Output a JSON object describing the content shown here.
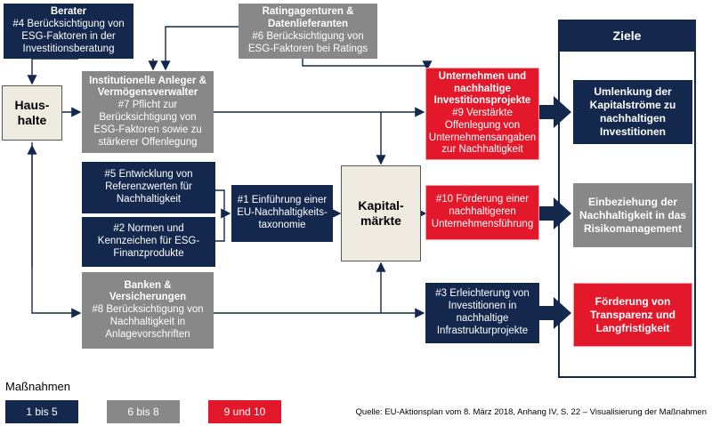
{
  "nodes": {
    "berater": {
      "title": "Berater",
      "text": "#4 Berücksichtigung von ESG-Faktoren in der Investitionsberatung"
    },
    "rating": {
      "title": "Ratingagenturen & Datenlieferanten",
      "text": "#6 Berücksichtigung von ESG-Faktoren bei Ratings"
    },
    "haushalte": {
      "label": "Haus-\nhalte"
    },
    "institutionelle": {
      "title": "Institutionelle Anleger & Vermögensverwalter",
      "text": "#7 Pflicht zur Berücksichtigung von ESG-Faktoren sowie zu stärkerer Offenlegung"
    },
    "m5": {
      "text": "#5 Entwicklung von Referenzwerten für Nachhaltigkeit"
    },
    "m2": {
      "text": "#2 Normen und Kennzeichen für ESG-Finanzprodukte"
    },
    "m1": {
      "text": "#1 Einführung einer EU-Nachhaltigkeits-taxonomie"
    },
    "kapital": {
      "label": "Kapital-\nmärkte"
    },
    "banken": {
      "title": "Banken & Versicherungen",
      "text": "#8 Berücksichtigung von Nachhaltigkeit in Anlagevorschriften"
    },
    "unternehmen": {
      "title": "Unternehmen und nachhaltige Investitionsprojekte",
      "text": "#9 Verstärkte Offenlegung von Unternehmensangaben zur Nachhaltigkeit"
    },
    "m10": {
      "text": "#10 Förderung einer nachhaltigeren Unternehmensführung"
    },
    "m3": {
      "text": "#3 Erleichterung von Investitionen in nachhaltige Infrastrukturprojekte"
    }
  },
  "ziele": {
    "title": "Ziele",
    "goals": [
      "Umlenkung der Kapitalströme zu nachhaltigen Investitionen",
      "Einbeziehung der Nachhaltigkeit in das Risikomanagement",
      "Förderung von Transparenz und Langfristigkeit"
    ]
  },
  "legend": {
    "title": "Maßnahmen",
    "items": [
      {
        "label": "1 bis 5",
        "color": "#14284d"
      },
      {
        "label": "6 bis 8",
        "color": "#888888"
      },
      {
        "label": "9 und 10",
        "color": "#e3192b"
      }
    ]
  },
  "source": "Quelle: EU-Aktionsplan vom 8. März 2018, Anhang IV, S. 22 – Visualisierung der Maßnahmen",
  "colors": {
    "navy": "#14284d",
    "gray": "#888888",
    "red": "#e3192b",
    "beige": "#efebe0"
  }
}
